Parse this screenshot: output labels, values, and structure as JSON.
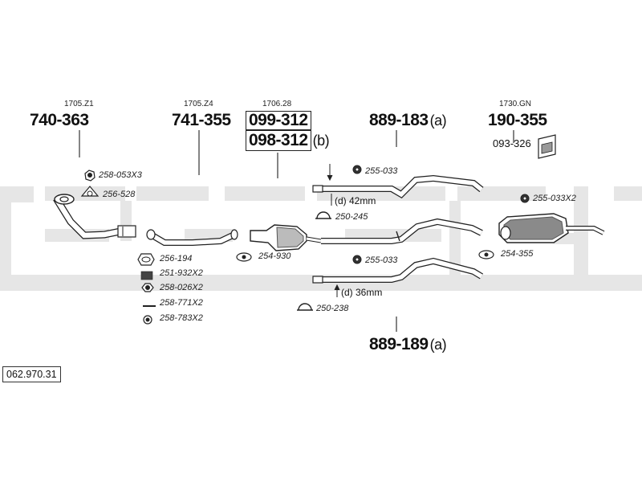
{
  "groups": {
    "front_pipe": {
      "code": "1705.Z1",
      "part": "740-363"
    },
    "mid_pipe": {
      "code": "1705.Z4",
      "part": "741-355"
    },
    "catalyst": {
      "code": "1706.28",
      "part_a": "099-312",
      "part_b": "098-312",
      "part_b_suffix": "(b)"
    },
    "upper_pipe": {
      "part": "889-183",
      "suffix": "(a)"
    },
    "lower_pipe": {
      "part": "889-189",
      "suffix": "(a)"
    },
    "rear_silencer": {
      "code": "1730.GN",
      "part": "190-355",
      "bracket_part": "093-326"
    }
  },
  "small_parts": {
    "p_258_053": "258-053X3",
    "p_256_528": "256-528",
    "p_256_194": "256-194",
    "p_251_932": "251-932X2",
    "p_258_026": "258-026X2",
    "p_258_771": "258-771X2",
    "p_258_783": "258-783X2",
    "p_254_930": "254-930",
    "p_255_033_top": "255-033",
    "p_250_245": "250-245",
    "p_255_033_bottom": "255-033",
    "p_250_238": "250-238",
    "p_255_033x2": "255-033X2",
    "p_254_355": "254-355"
  },
  "dimensions": {
    "upper": "(d) 42mm",
    "lower": "(d) 36mm"
  },
  "catalog_number": "062.970.31",
  "colors": {
    "watermark": "#e6e6e6",
    "line": "#222222"
  }
}
